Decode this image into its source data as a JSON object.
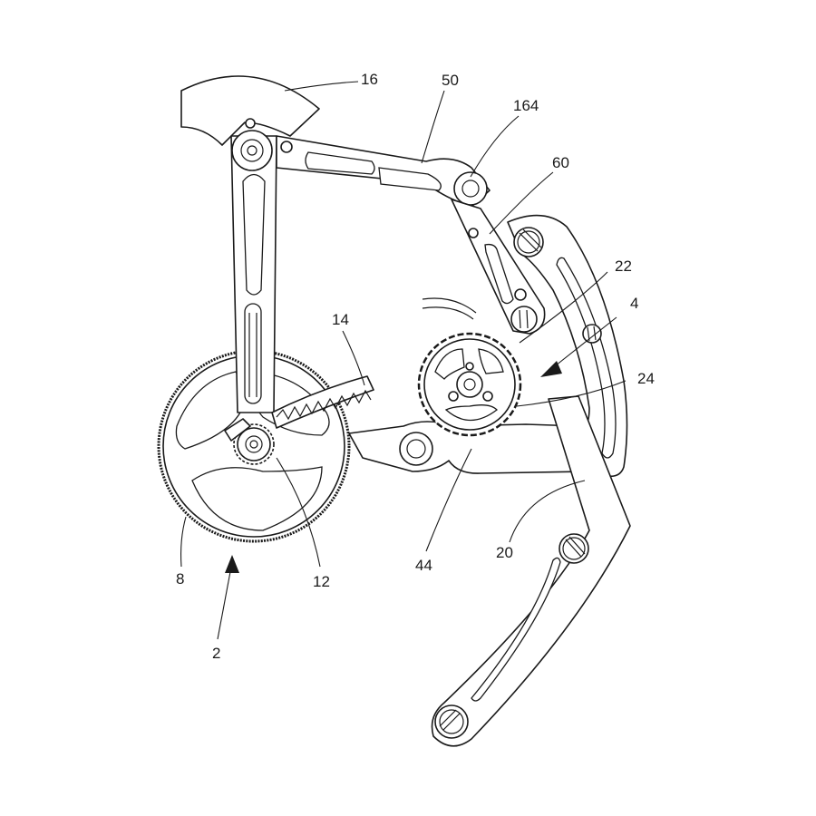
{
  "labels": {
    "l16": "16",
    "l50": "50",
    "l164": "164",
    "l60": "60",
    "l22": "22",
    "l4": "4",
    "l24": "24",
    "l14": "14",
    "l8": "8",
    "l12": "12",
    "l2": "2",
    "l44": "44",
    "l20": "20"
  },
  "colors": {
    "line": "#1a1a1a",
    "background": "#ffffff"
  }
}
